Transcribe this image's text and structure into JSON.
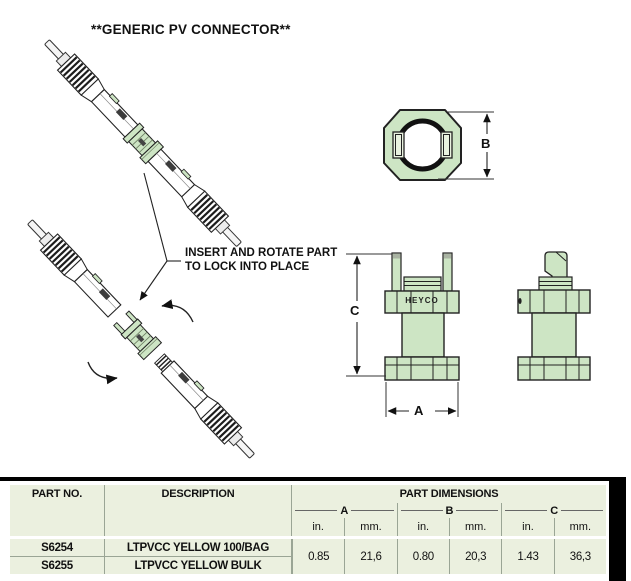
{
  "title": "**GENERIC PV CONNECTOR**",
  "annotation": {
    "line1": "INSERT AND ROTATE PART",
    "line2": "TO LOCK INTO PLACE"
  },
  "brand": "HEYCO",
  "dim_labels": {
    "a": "A",
    "b": "B",
    "c": "C"
  },
  "colors": {
    "part_green": "#cde5c4",
    "table_bg": "#ebf0df",
    "divider": "#9aa595",
    "line": "#222222",
    "page_edge": "#000000"
  },
  "table": {
    "headers": {
      "part_no": "PART NO.",
      "description": "DESCRIPTION",
      "part_dimensions": "PART DIMENSIONS",
      "unit_in": "in.",
      "unit_mm": "mm."
    },
    "dimension_groups": [
      "A",
      "B",
      "C"
    ],
    "rows": [
      {
        "part_no": "S6254",
        "description": "LTPVCC YELLOW 100/BAG"
      },
      {
        "part_no": "S6255",
        "description": "LTPVCC YELLOW BULK"
      }
    ],
    "dimensions": {
      "a_in": "0.85",
      "a_mm": "21,6",
      "b_in": "0.80",
      "b_mm": "20,3",
      "c_in": "1.43",
      "c_mm": "36,3"
    }
  }
}
